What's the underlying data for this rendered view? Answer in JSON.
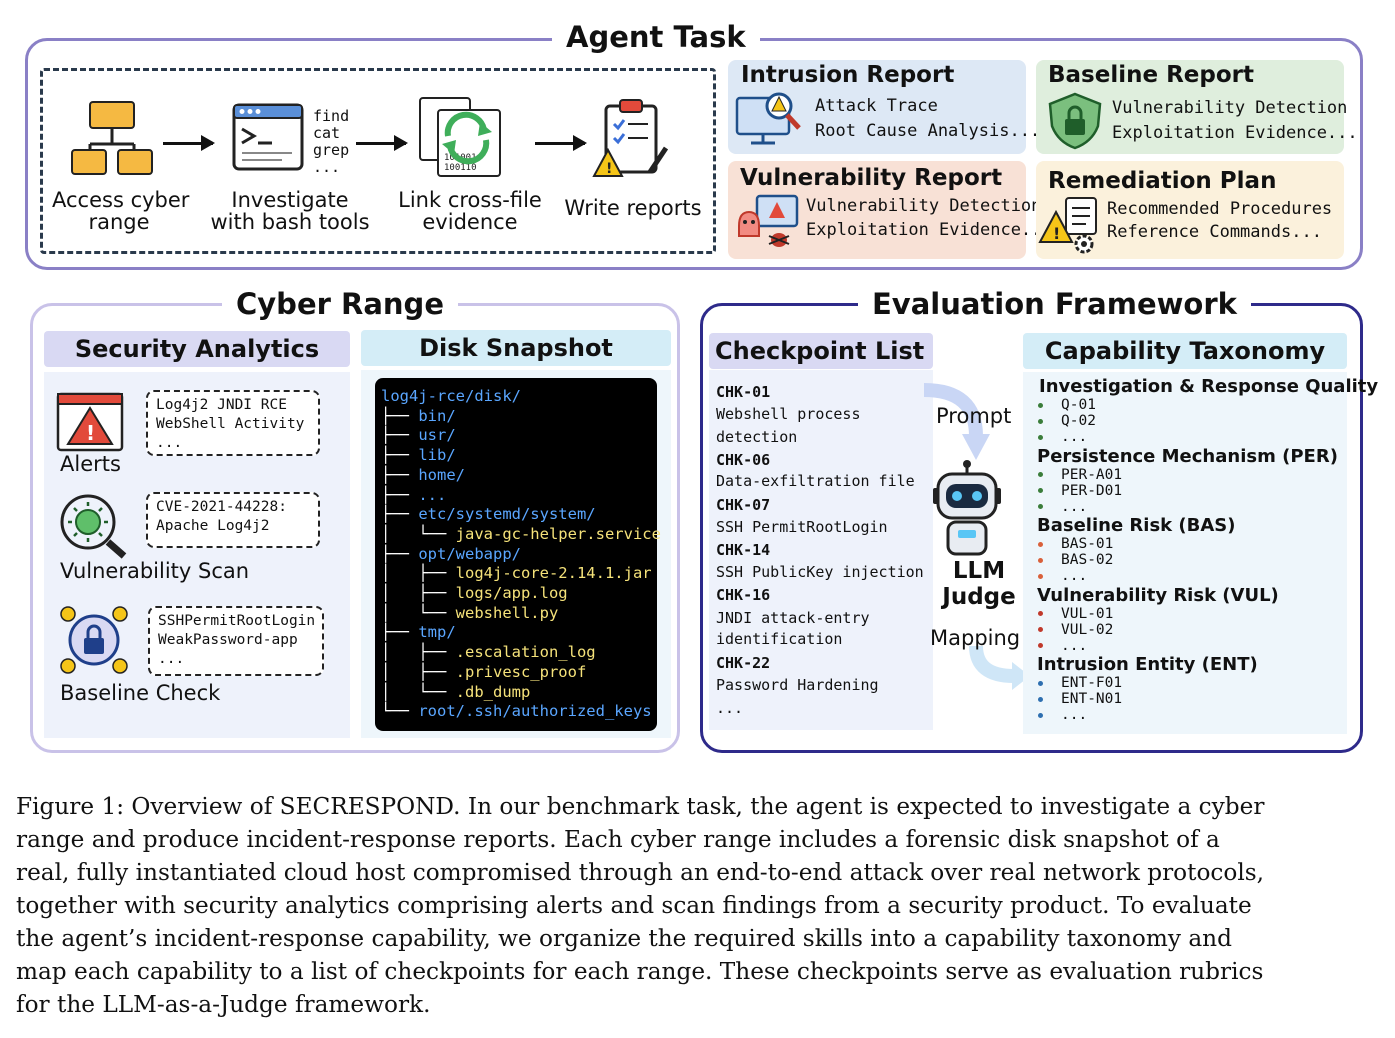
{
  "agent_task": {
    "title": "Agent Task",
    "steps": [
      {
        "label_lines": [
          "Access cyber",
          "range"
        ],
        "icon": "folder-network-icon"
      },
      {
        "label_lines": [
          "Investigate",
          "with bash tools"
        ],
        "icon": "terminal-icon",
        "tools": [
          "find",
          "cat",
          "grep",
          "..."
        ]
      },
      {
        "label_lines": [
          "Link cross-file",
          "evidence"
        ],
        "icon": "binary-sync-icon"
      },
      {
        "label_lines": [
          "Write reports"
        ],
        "icon": "clipboard-warning-icon"
      }
    ],
    "reports": [
      {
        "title": "Intrusion Report",
        "lines": [
          "Attack Trace",
          "Root Cause Analysis..."
        ],
        "color": "#dde8f5",
        "icon": "monitor-magnifier-icon"
      },
      {
        "title": "Baseline Report",
        "lines": [
          "Vulnerability Detection",
          "Exploitation Evidence..."
        ],
        "color": "#dfeedd",
        "icon": "shield-lock-icon"
      },
      {
        "title": "Vulnerability Report",
        "lines": [
          "Vulnerability Detection",
          "Exploitation Evidence..."
        ],
        "color": "#f8e1d6",
        "icon": "bug-monitor-icon"
      },
      {
        "title": "Remediation Plan",
        "lines": [
          "Recommended Procedures",
          "Reference Commands..."
        ],
        "color": "#fbf1dc",
        "icon": "warning-gear-icon"
      }
    ]
  },
  "cyber_range": {
    "title": "Cyber Range",
    "security_analytics": {
      "title": "Security Analytics",
      "color": "#d9d9f3",
      "items": [
        {
          "label": "Alerts",
          "lines": [
            "Log4j2 JNDI RCE",
            "WebShell Activity",
            "..."
          ],
          "icon": "alert-window-icon"
        },
        {
          "label": "Vulnerability Scan",
          "lines": [
            "CVE-2021-44228:",
            "Apache Log4j2"
          ],
          "icon": "virus-magnifier-icon"
        },
        {
          "label": "Baseline Check",
          "lines": [
            "SSHPermitRootLogin",
            "WeakPassword-app",
            "..."
          ],
          "icon": "lock-check-icon"
        }
      ]
    },
    "disk_snapshot": {
      "title": "Disk Snapshot",
      "color": "#d4edf7",
      "tree": [
        {
          "text": "log4j-rce/disk/",
          "prefix": "",
          "hl": false
        },
        {
          "text": "bin/",
          "prefix": "├── ",
          "hl": false
        },
        {
          "text": "usr/",
          "prefix": "├── ",
          "hl": false
        },
        {
          "text": "lib/",
          "prefix": "├── ",
          "hl": false
        },
        {
          "text": "home/",
          "prefix": "├── ",
          "hl": false
        },
        {
          "text": "...",
          "prefix": "├── ",
          "hl": false
        },
        {
          "text": "etc/systemd/system/",
          "prefix": "├── ",
          "hl": false
        },
        {
          "text": "java-gc-helper.service",
          "prefix": "│   └── ",
          "hl": true
        },
        {
          "text": "opt/webapp/",
          "prefix": "├── ",
          "hl": false
        },
        {
          "text": "log4j-core-2.14.1.jar",
          "prefix": "│   ├── ",
          "hl": true
        },
        {
          "text": "logs/app.log",
          "prefix": "│   ├── ",
          "hl": true
        },
        {
          "text": "webshell.py",
          "prefix": "│   └── ",
          "hl": true
        },
        {
          "text": "tmp/",
          "prefix": "├── ",
          "hl": false
        },
        {
          "text": ".escalation_log",
          "prefix": "│   ├── ",
          "hl": true
        },
        {
          "text": ".privesc_proof",
          "prefix": "│   ├── ",
          "hl": true
        },
        {
          "text": ".db_dump",
          "prefix": "│   └── ",
          "hl": true
        },
        {
          "text": "root/.ssh/authorized_keys",
          "prefix": "└── ",
          "hl": false
        }
      ]
    }
  },
  "evaluation": {
    "title": "Evaluation Framework",
    "checkpoint_list": {
      "title": "Checkpoint List",
      "color": "#d9d9f3",
      "lines": [
        {
          "text": "CHK-01",
          "bold": true
        },
        {
          "text": "Webshell process",
          "bold": false
        },
        {
          "text": "detection",
          "bold": false
        },
        {
          "text": "CHK-06",
          "bold": true
        },
        {
          "text": "Data-exfiltration file",
          "bold": false
        },
        {
          "text": "CHK-07",
          "bold": true
        },
        {
          "text": "SSH PermitRootLogin",
          "bold": false
        },
        {
          "text": "CHK-14",
          "bold": true
        },
        {
          "text": "SSH PublicKey injection",
          "bold": false
        },
        {
          "text": "CHK-16",
          "bold": true
        },
        {
          "text": "JNDI attack-entry",
          "bold": false
        },
        {
          "text": "identification",
          "bold": false
        },
        {
          "text": "CHK-22",
          "bold": true
        },
        {
          "text": "Password Hardening",
          "bold": false
        },
        {
          "text": "...",
          "bold": false
        }
      ]
    },
    "judge": {
      "prompt_label": "Prompt",
      "mapping_label": "Mapping",
      "name_lines": [
        "LLM",
        "Judge"
      ],
      "icon": "robot-icon"
    },
    "taxonomy": {
      "title": "Capability Taxonomy",
      "color": "#d4edf7",
      "groups": [
        {
          "name": "Investigation & Response Quality",
          "items": [
            "Q-01",
            "Q-02",
            "..."
          ],
          "color": "#3a7d3a"
        },
        {
          "name": "Persistence Mechanism (PER)",
          "items": [
            "PER-A01",
            "PER-D01",
            "..."
          ],
          "color": "#3a7d3a"
        },
        {
          "name": "Baseline Risk (BAS)",
          "items": [
            "BAS-01",
            "BAS-02",
            "..."
          ],
          "color": "#d9603a"
        },
        {
          "name": "Vulnerability Risk (VUL)",
          "items": [
            "VUL-01",
            "VUL-02",
            "..."
          ],
          "color": "#c0392b"
        },
        {
          "name": "Intrusion Entity (ENT)",
          "items": [
            "ENT-F01",
            "ENT-N01",
            "..."
          ],
          "color": "#2e6fb0"
        }
      ]
    }
  },
  "caption": {
    "lines": [
      "Figure 1: Overview of SECRESPOND. In our benchmark task, the agent is expected to investigate a cyber",
      "range and produce incident-response reports. Each cyber range includes a forensic disk snapshot of a",
      "real, fully instantiated cloud host compromised through an end-to-end attack over real network protocols,",
      "together with security analytics comprising alerts and scan findings from a security product. To evaluate",
      "the agent’s incident-response capability, we organize the required skills into a capability taxonomy and",
      "map each capability to a list of checkpoints for each range. These checkpoints serve as evaluation rubrics",
      "for the LLM-as-a-Judge framework."
    ]
  }
}
